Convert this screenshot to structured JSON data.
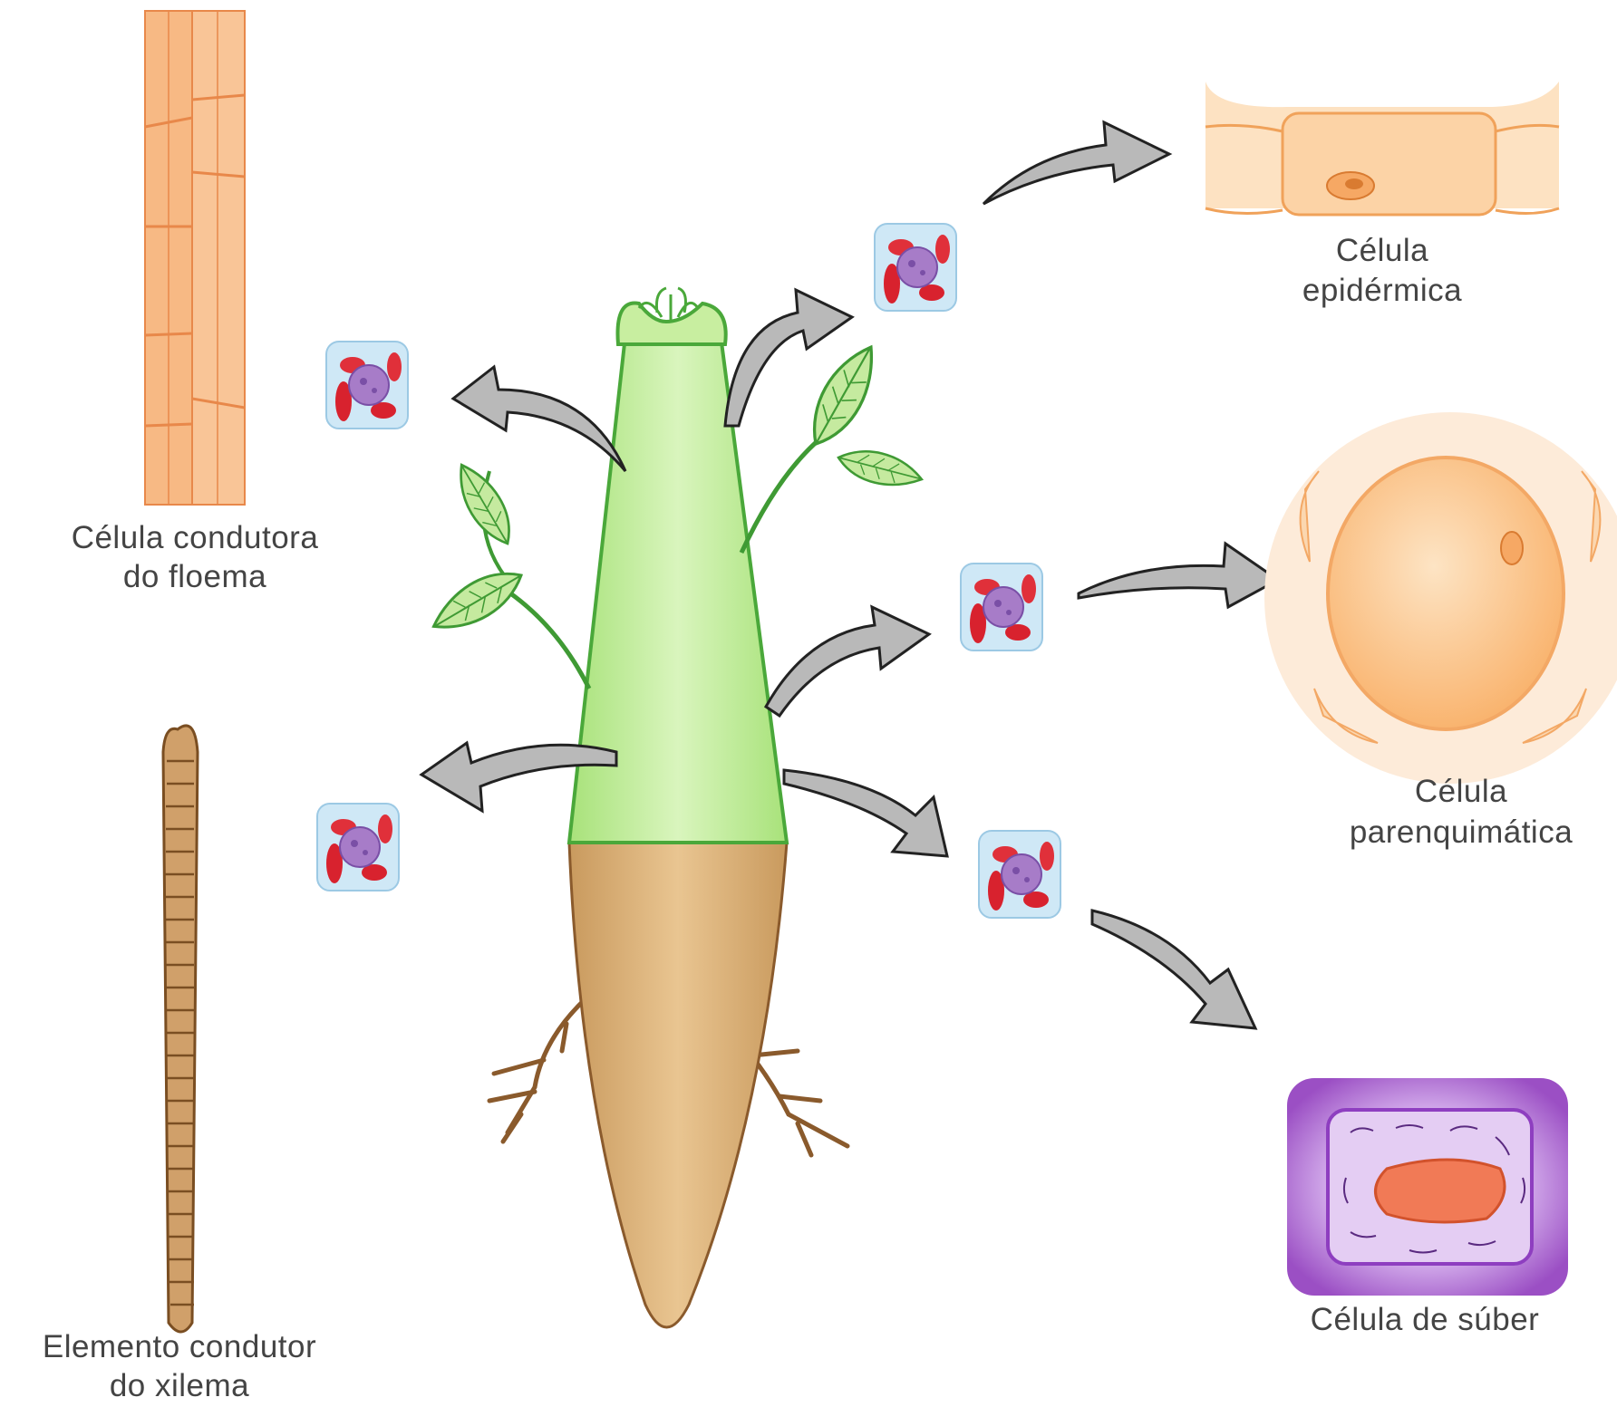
{
  "labels": {
    "phloem_line1": "Célula condutora",
    "phloem_line2": "do floema",
    "xylem_line1": "Elemento condutor",
    "xylem_line2": "do xilema",
    "epidermal_line1": "Célula",
    "epidermal_line2": "epidérmica",
    "parenchyma_line1": "Célula",
    "parenchyma_line2": "parenquimática",
    "suber": "Célula de súber"
  },
  "colors": {
    "stem_green": "#c8eea0",
    "stem_outline": "#4aa83a",
    "root_brown": "#d9b07a",
    "phloem_orange": "#f7b984",
    "xylem_brown": "#b5824c",
    "epidermal_peach": "#fcd3a6",
    "parenchyma_peach": "#fccf98",
    "suber_purple": "#9b4fc4",
    "arrow_gray": "#b9b9b9",
    "meristem_blue": "#cfe8f6",
    "organelle_red": "#d8222e",
    "nucleus_purple": "#a77cc8"
  },
  "icons": [
    "arrow-icon",
    "meristem-cell-icon",
    "leaf-icon"
  ]
}
